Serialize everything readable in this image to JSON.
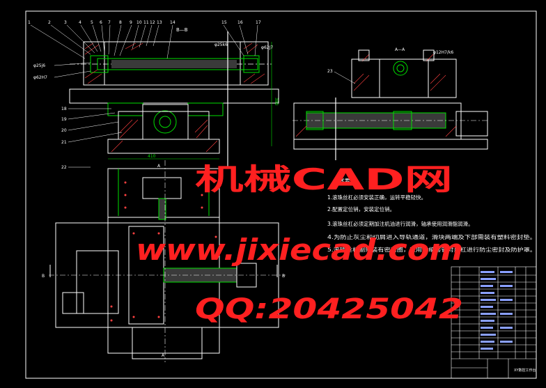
{
  "colors": {
    "background": "#000000",
    "outline": "#ffffff",
    "part": "#00e000",
    "dimension": "#00e000",
    "hatch": "#ff4040",
    "center": "#ffffff",
    "label": "#ffffff",
    "watermark": "#ff2020"
  },
  "views": {
    "section_bb": "B—B",
    "section_aa": "A—A",
    "arrow_a": "A",
    "arrow_b": "B"
  },
  "callouts": [
    "1",
    "2",
    "3",
    "4",
    "5",
    "6",
    "7",
    "8",
    "9",
    "10",
    "11",
    "12",
    "13",
    "14",
    "15",
    "16",
    "17",
    "18",
    "19",
    "20",
    "21",
    "22",
    "23"
  ],
  "dimensions": {
    "d1": "φ25j6",
    "d2": "φ62H7",
    "d3": "φ25k6",
    "d4": "φ62J7",
    "d5": "φ12H7/k6",
    "height": "380",
    "width": "410"
  },
  "tech_requirements": {
    "title": "技术要求",
    "items": [
      "1.滚珠丝杠必须安装正确，运转平稳轻快。",
      "2.配置定位销，安装定位销。",
      "3.滚珠丝杠必须定期加注机油进行润滑，轴承使用润滑脂润滑。",
      "4.为防止灰尘和切屑进入导轨通道，滑块两端及下部需装有塑料密封垫。",
      "5.滚珠丝杠副需装有密封圈，采用伸缩套管对丝杠进行防尘密封及防护罩。"
    ]
  },
  "title_block": {
    "drawing_name": "XY数控工作台"
  },
  "watermark": {
    "line1": "机械CAD网",
    "line2": "www.jixiecad.com",
    "line3": "QQ:20425042"
  }
}
